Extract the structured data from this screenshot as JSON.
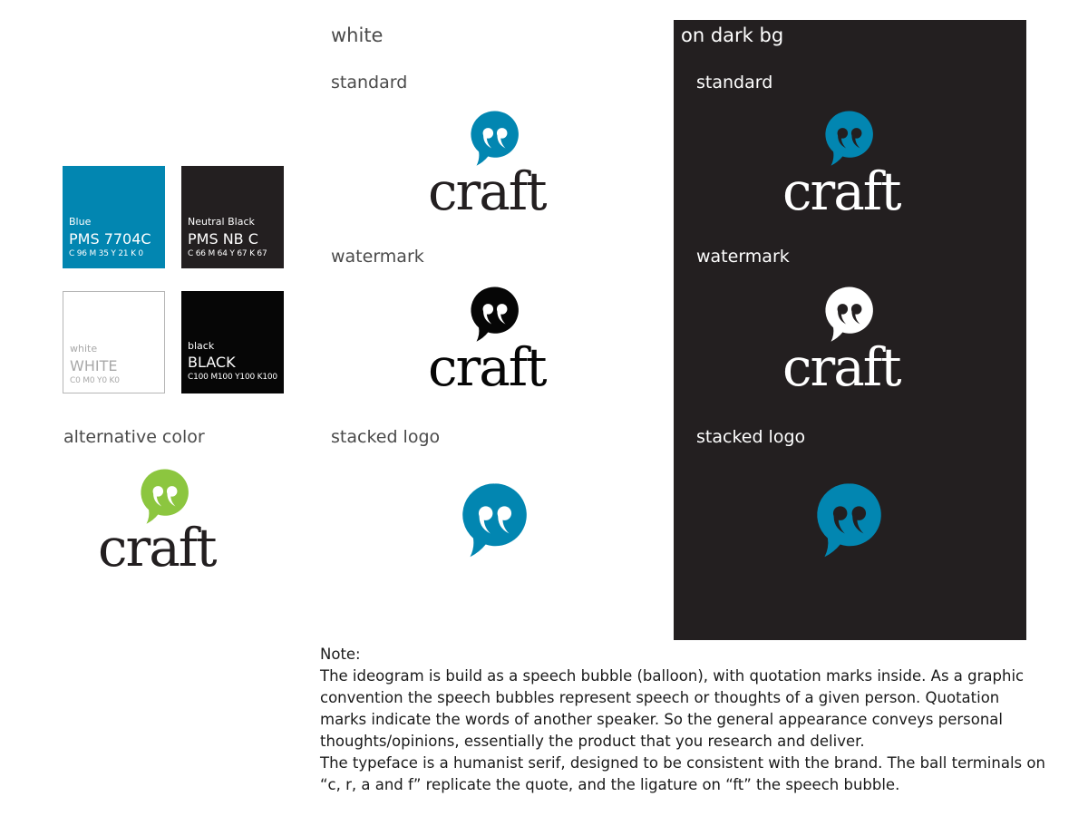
{
  "colors": {
    "blue": "#0286b1",
    "neutral_black": "#231f20",
    "black": "#060606",
    "white": "#ffffff",
    "green": "#8cc63f"
  },
  "headings": {
    "white_col": "white",
    "dark_col": "on dark bg",
    "alternative": "alternative color"
  },
  "white_column": {
    "standard": "standard",
    "watermark": "watermark",
    "stacked": "stacked logo"
  },
  "dark_column": {
    "standard": "standard",
    "watermark": "watermark",
    "stacked": "stacked logo"
  },
  "logo": {
    "wordmark": "craft",
    "quote_glyph": "“"
  },
  "swatches": [
    {
      "name": "Blue",
      "pms": "PMS 7704C",
      "cmyk": "C 96 M 35 Y 21 K 0"
    },
    {
      "name": "Neutral Black",
      "pms": "PMS NB C",
      "cmyk": "C 66 M 64 Y 67 K 67"
    },
    {
      "name": "white",
      "pms": "WHITE",
      "cmyk": "C0  M0 Y0  K0"
    },
    {
      "name": "black",
      "pms": "BLACK",
      "cmyk": "C100 M100 Y100 K100"
    }
  ],
  "note": {
    "title": "Note:",
    "paragraph1": "The ideogram is build as a speech bubble (balloon), with quotation marks inside.  As a graphic convention the speech bubbles represent  speech or thoughts of a given person. Quotation marks indicate the words of another speaker. So the general appearance conveys personal thoughts/opinions, essentially the product that you research and deliver.",
    "paragraph2": "The typeface is a humanist serif, designed to be consistent with the brand. The ball terminals on “c, r, a and f” replicate the quote, and the ligature on “ft” the speech bubble."
  }
}
